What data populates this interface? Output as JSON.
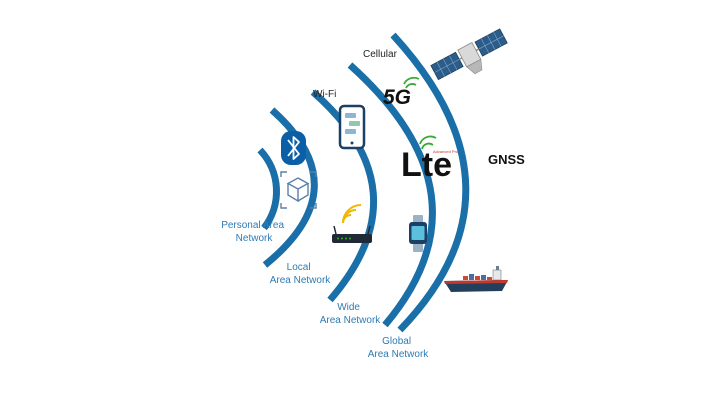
{
  "rings": [
    {
      "id": "pan",
      "label_lines": [
        "Personal Area",
        "Network"
      ]
    },
    {
      "id": "lan",
      "label_lines": [
        "Local",
        "Area Network"
      ]
    },
    {
      "id": "wan",
      "label_lines": [
        "Wide",
        "Area Network"
      ],
      "band_label": "Wi-Fi"
    },
    {
      "id": "gan",
      "label_lines": [
        "Global",
        "Area Network"
      ],
      "band_label": "Cellular"
    }
  ],
  "gnss_label": "GNSS",
  "logos": {
    "five_g": "5G",
    "lte": "Lte",
    "lte_subtext": "Advanced Pro"
  },
  "icons": [
    "bluetooth-icon",
    "cube-scan-icon",
    "smartphone-icon",
    "wifi-router-icon",
    "smartwatch-icon",
    "satellite-icon",
    "cargo-ship-icon"
  ],
  "colors": {
    "arc": "#1a6fa8",
    "label_blue": "#2e7bb4",
    "bluetooth_bg": "#0a5fa6",
    "wifi_signal": "#f2b705",
    "cell_signal": "#3aa935"
  }
}
